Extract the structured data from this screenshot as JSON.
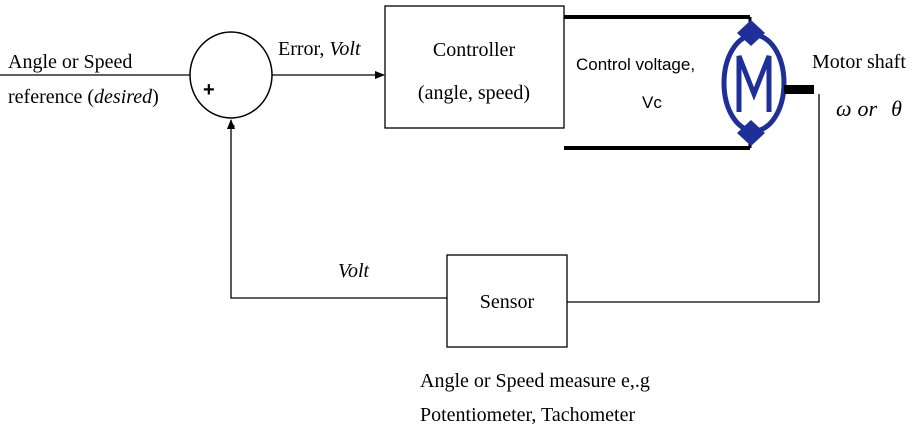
{
  "input": {
    "line1": "Angle or Speed",
    "line2_prefix": "reference (",
    "line2_italic": "desired",
    "line2_suffix": ")"
  },
  "summing_junction": {
    "plus": "+",
    "minus": "-"
  },
  "error_signal": {
    "prefix": "Error, ",
    "italic": "Volt"
  },
  "controller": {
    "line1": "Controller",
    "line2": "(angle, speed)"
  },
  "control_voltage": {
    "line1": "Control voltage,",
    "line2": "Vc"
  },
  "motor": {
    "symbol": "M",
    "color": "#1f2f9a"
  },
  "output": {
    "label": "Motor shaft",
    "symbol_omega": "ω",
    "symbol_or": "or",
    "symbol_theta": "θ"
  },
  "feedback": {
    "label": "Volt"
  },
  "sensor": {
    "label": "Sensor",
    "caption_line1": "Angle or Speed measure  e,.g",
    "caption_line2": "Potentiometer, Tachometer"
  }
}
